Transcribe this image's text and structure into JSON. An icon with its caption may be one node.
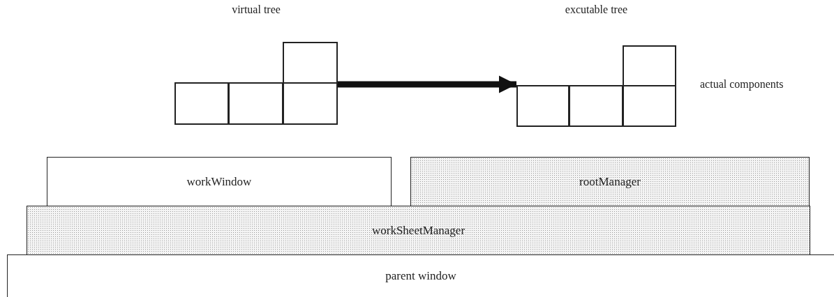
{
  "diagram": {
    "nodes": [
      {
        "text": [
          "virtual tree"
        ]
      },
      {
        "text": [
          "excutable tree"
        ]
      },
      {
        "text": [
          "workWindow"
        ]
      },
      {
        "text": [
          "rootManager"
        ]
      },
      {
        "text": [
          "workSheetManager"
        ]
      },
      {
        "text": [
          "parent window"
        ]
      }
    ],
    "edges": [
      {
        "from": 0,
        "to": 1,
        "arrow": "to"
      }
    ],
    "labels": [
      "actual components"
    ]
  }
}
